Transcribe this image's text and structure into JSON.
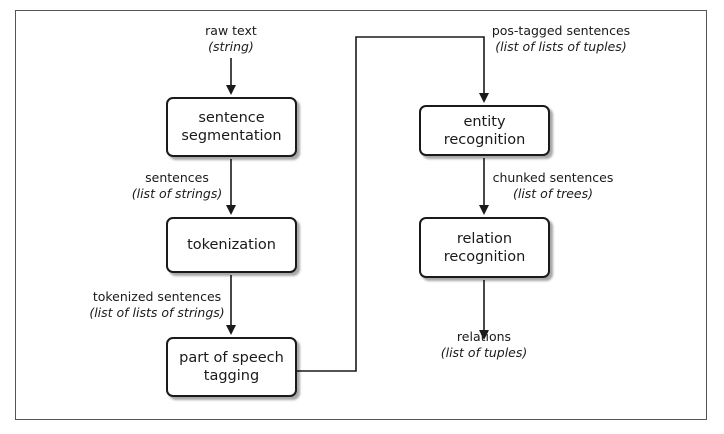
{
  "nodes": {
    "segmentation": {
      "line1": "sentence",
      "line2": "segmentation"
    },
    "tokenization": {
      "line1": "tokenization"
    },
    "pos_tagging": {
      "line1": "part of speech",
      "line2": "tagging"
    },
    "entity": {
      "line1": "entity",
      "line2": "recognition"
    },
    "relation": {
      "line1": "relation",
      "line2": "recognition"
    }
  },
  "edges": {
    "raw_text": {
      "name": "raw text",
      "type": "(string)"
    },
    "sentences": {
      "name": "sentences",
      "type": "(list of strings)"
    },
    "tokenized": {
      "name": "tokenized sentences",
      "type": "(list of lists of strings)"
    },
    "pos_tagged": {
      "name": "pos-tagged sentences",
      "type": "(list of lists of tuples)"
    },
    "chunked": {
      "name": "chunked sentences",
      "type": "(list of trees)"
    },
    "relations": {
      "name": "relations",
      "type": "(list of tuples)"
    }
  },
  "colors": {
    "stroke": "#1a1a1a",
    "frame": "#555555"
  }
}
